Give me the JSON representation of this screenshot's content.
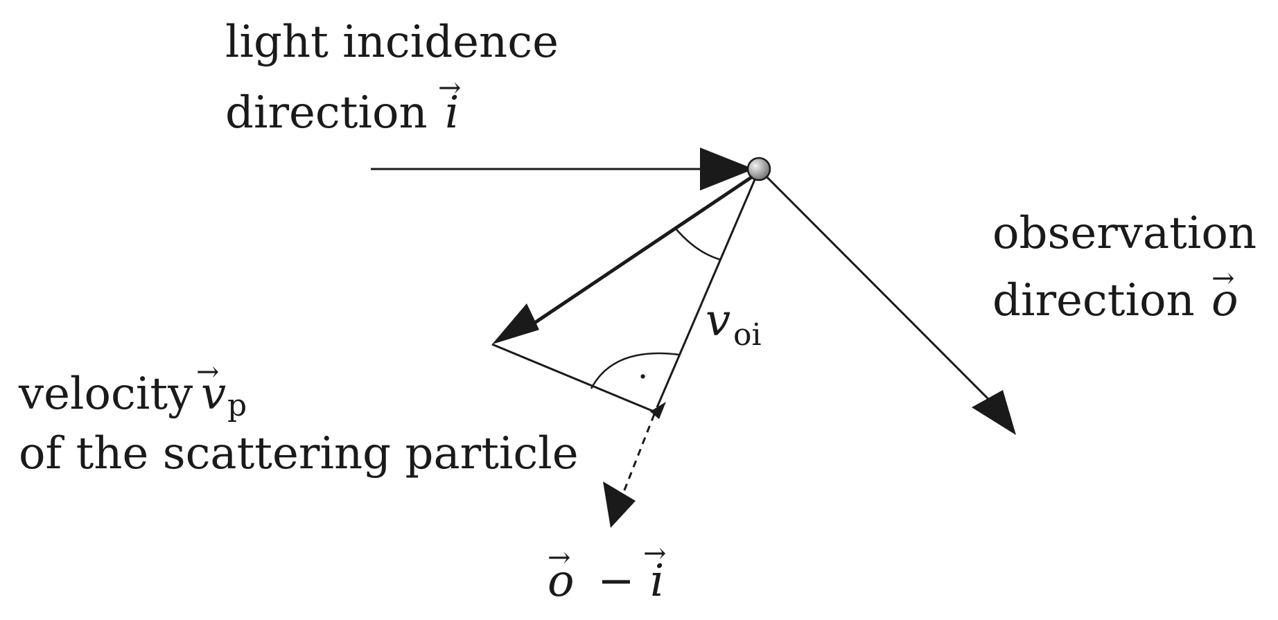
{
  "labels": {
    "incidence_line1": "light incidence",
    "incidence_line2": "direction",
    "incidence_symbol": "i",
    "observation_line1": "observation",
    "observation_line2": "direction",
    "observation_symbol": "o",
    "velocity_line1_word": "velocity",
    "velocity_symbol": "v",
    "velocity_subscript": "p",
    "velocity_line2": "of the scattering particle",
    "angle_symbol": "v",
    "angle_subscript": "oi",
    "difference_o": "o",
    "difference_minus": "−",
    "difference_i": "i",
    "vector_arrow": "→",
    "right_angle_dot": "·"
  },
  "colors": {
    "ink": "#1a1a1a",
    "particle_light": "#e6e6e6",
    "particle_dark": "#7a7a7a"
  }
}
